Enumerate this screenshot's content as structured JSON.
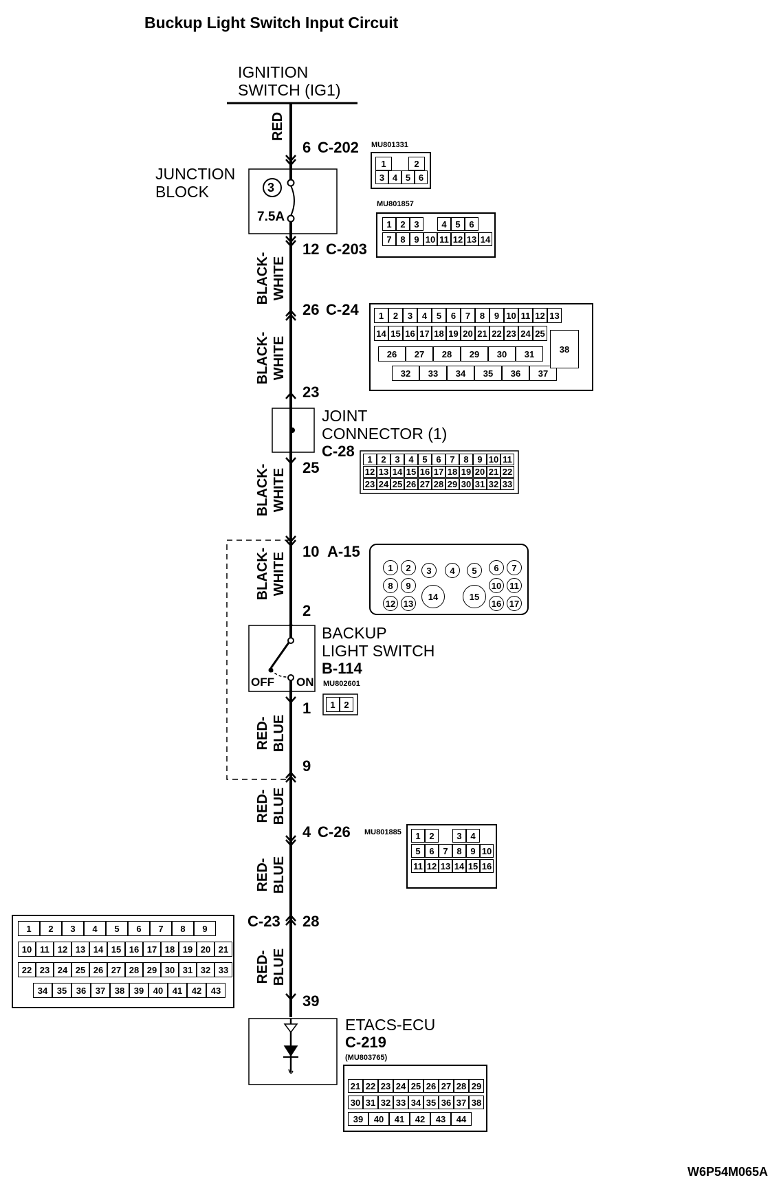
{
  "title": "Buckup Light Switch Input Circuit",
  "figure_id": "W6P54M065A",
  "ignition": {
    "line1": "IGNITION",
    "line2": "SWITCH (IG1)"
  },
  "junction_block": {
    "line1": "JUNCTION",
    "line2": "BLOCK",
    "fuse_no": "3",
    "fuse_rating": "7.5A"
  },
  "joint_connector": {
    "line1": "JOINT",
    "line2": "CONNECTOR (1)",
    "id": "C-28"
  },
  "backup_switch": {
    "line1": "BACKUP",
    "line2": "LIGHT SWITCH",
    "id": "B-114",
    "part": "MU802601",
    "off": "OFF",
    "on": "ON"
  },
  "etacs": {
    "name": "ETACS-ECU",
    "id": "C-219",
    "part": "(MU803765)"
  },
  "wires": {
    "red": "RED",
    "black_white_1": "BLACK-",
    "black_white_2": "WHITE",
    "red_blue_1": "RED-",
    "red_blue_2": "BLUE"
  },
  "pins": {
    "c202": "6",
    "c202_id": "C-202",
    "c203": "12",
    "c203_id": "C-203",
    "c24": "26",
    "c24_id": "C-24",
    "c28_in": "23",
    "c28_out": "25",
    "a15": "10",
    "a15_id": "A-15",
    "b114_in": "2",
    "b114_out": "1",
    "p9": "9",
    "c26": "4",
    "c26_id": "C-26",
    "c23": "28",
    "c23_id": "C-23",
    "c219": "39"
  },
  "part_numbers": {
    "c202": "MU801331",
    "c203": "MU801857",
    "c26": "MU801885"
  },
  "connector_c202": {
    "row1": [
      "1",
      "",
      "2"
    ],
    "row2": [
      "3",
      "4",
      "5",
      "6"
    ]
  },
  "connector_c203": {
    "row1": [
      "1",
      "2",
      "3",
      "",
      "4",
      "5",
      "6"
    ],
    "row2": [
      "7",
      "8",
      "9",
      "10",
      "11",
      "12",
      "13",
      "14"
    ]
  },
  "connector_c24": {
    "row1": [
      "1",
      "2",
      "3",
      "4",
      "5",
      "6",
      "7",
      "8",
      "9",
      "10",
      "11",
      "12",
      "13"
    ],
    "row2": [
      "14",
      "15",
      "16",
      "17",
      "18",
      "19",
      "20",
      "21",
      "22",
      "23",
      "24",
      "25"
    ],
    "row3": [
      "26",
      "27",
      "28",
      "29",
      "30",
      "31"
    ],
    "row4": [
      "32",
      "33",
      "34",
      "35",
      "36",
      "37"
    ],
    "big": "38"
  },
  "connector_c28": {
    "row1": [
      "1",
      "2",
      "3",
      "4",
      "5",
      "6",
      "7",
      "8",
      "9",
      "10",
      "11"
    ],
    "row2": [
      "12",
      "13",
      "14",
      "15",
      "16",
      "17",
      "18",
      "19",
      "20",
      "21",
      "22"
    ],
    "row3": [
      "23",
      "24",
      "25",
      "26",
      "27",
      "28",
      "29",
      "30",
      "31",
      "32",
      "33"
    ]
  },
  "connector_a15": {
    "pins": [
      "1",
      "2",
      "3",
      "4",
      "5",
      "6",
      "7",
      "8",
      "9",
      "10",
      "11",
      "12",
      "13",
      "14",
      "15",
      "16",
      "17"
    ]
  },
  "connector_b114": {
    "pins": [
      "1",
      "2"
    ]
  },
  "connector_c26": {
    "row1": [
      "1",
      "2",
      "",
      "3",
      "4"
    ],
    "row2": [
      "5",
      "6",
      "7",
      "8",
      "9",
      "10"
    ],
    "row3": [
      "11",
      "12",
      "13",
      "14",
      "15",
      "16"
    ]
  },
  "connector_c23": {
    "row1": [
      "1",
      "2",
      "3",
      "4",
      "5",
      "6",
      "7",
      "8",
      "9"
    ],
    "row2": [
      "10",
      "11",
      "12",
      "13",
      "14",
      "15",
      "16",
      "17",
      "18",
      "19",
      "20",
      "21"
    ],
    "row3": [
      "22",
      "23",
      "24",
      "25",
      "26",
      "27",
      "28",
      "29",
      "30",
      "31",
      "32",
      "33"
    ],
    "row4": [
      "34",
      "35",
      "36",
      "37",
      "38",
      "39",
      "40",
      "41",
      "42",
      "43"
    ]
  },
  "connector_c219": {
    "row1": [
      "21",
      "22",
      "23",
      "24",
      "25",
      "26",
      "27",
      "28",
      "29"
    ],
    "row2": [
      "30",
      "31",
      "32",
      "33",
      "34",
      "35",
      "36",
      "37",
      "38"
    ],
    "row3": [
      "39",
      "40",
      "41",
      "42",
      "43",
      "44"
    ]
  }
}
